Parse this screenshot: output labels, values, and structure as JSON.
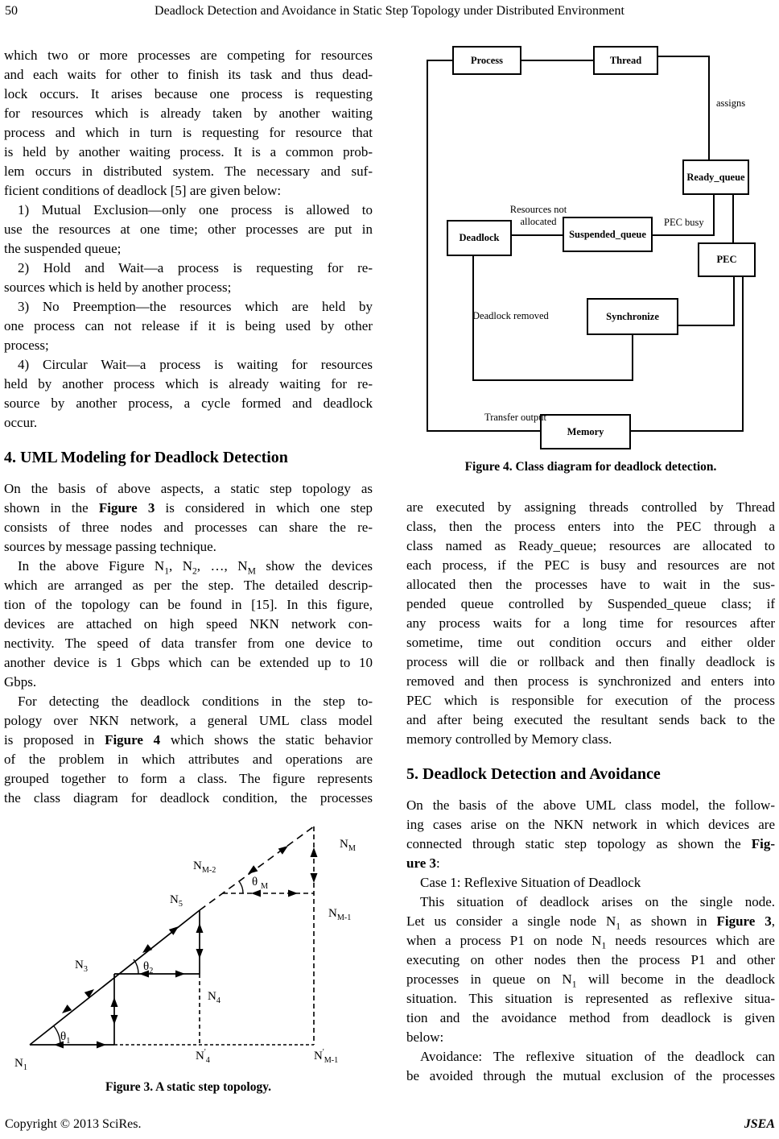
{
  "header": {
    "page_number": "50",
    "title": "Deadlock Detection and Avoidance in Static Step Topology under Distributed Environment"
  },
  "footer": {
    "copyright": "Copyright © 2013 SciRes.",
    "journal": "JSEA"
  },
  "left_column": {
    "blocks": [
      {
        "lines": [
          "which two or more processes are competing for resources",
          "and each waits for other to finish its task and thus dead-",
          "lock occurs. It arises because one process is requesting",
          "for resources which is already taken by another waiting",
          "process and which in turn is requesting for resource that",
          "is held by another waiting process. It is a common prob-",
          "lem occurs in distributed system. The necessary and suf-",
          "ficient conditions of deadlock [5] are given below:"
        ]
      },
      {
        "indent": true,
        "lines": [
          "1) Mutual Exclusion—only one process is allowed to",
          "use the resources at one time; other processes are put in",
          "the suspended queue;"
        ]
      },
      {
        "indent": true,
        "lines": [
          "2) Hold and Wait—a process is requesting for re-",
          "sources which is held by another process;"
        ]
      },
      {
        "indent": true,
        "lines": [
          "3) No Preemption—the resources which are held by",
          "one process can not release if it is being used by other",
          "process;"
        ]
      },
      {
        "indent": true,
        "lines": [
          "4) Circular Wait—a process is waiting for resources",
          "held by another process which is already waiting for re-",
          "source by another process, a cycle formed and deadlock",
          "occur."
        ]
      },
      {
        "h": "4. UML Modeling for Deadlock Detection"
      },
      {
        "lines": [
          "On the basis of above aspects, a static step topology as",
          "shown in the *Figure 3* is considered in which one step",
          "consists of three nodes and processes can share the re-",
          "sources by message passing technique."
        ]
      },
      {
        "indent": true,
        "lines": [
          "In the above Figure N~1~, N~2~, …, N~M~ show the devices",
          "which are arranged as per the step. The detailed descrip-",
          "tion of the topology can be found in [15]. In this figure,",
          "devices are attached on high speed NKN network con-",
          "nectivity. The speed of data transfer from one device to",
          "another device is 1 Gbps which can be extended up to 10",
          "Gbps."
        ]
      },
      {
        "indent": true,
        "flush_last": true,
        "lines": [
          "For detecting the deadlock conditions in the step to-",
          "pology over NKN network, a general UML class model",
          "is proposed in *Figure 4* which shows the static behavior",
          "of the problem in which attributes and operations are",
          "grouped together to form a class. The figure represents",
          "the class diagram for deadlock condition, the processes"
        ]
      }
    ]
  },
  "right_column": {
    "blocks": [
      {
        "lines": [
          "are executed by assigning threads controlled by Thread",
          "class, then the process enters into the PEC through a",
          "class named as Ready_queue; resources are allocated to",
          "each process, if the PEC is busy and resources are not",
          "allocated then the processes have to wait in the sus-",
          "pended queue controlled by Suspended_queue class; if",
          "any process waits for a long time for resources after",
          "sometime, time out condition occurs and either older",
          "process will die or rollback and then finally deadlock is",
          "removed and then process is synchronized and enters into",
          "PEC which is responsible for execution of the process",
          "and after being executed the resultant sends back to the",
          "memory controlled by Memory class."
        ]
      },
      {
        "h": "5. Deadlock Detection and Avoidance"
      },
      {
        "lines": [
          "On the basis of the above UML class model, the follow-",
          "ing cases arise on the NKN network in which devices are",
          "connected through static step topology as shown the *Fig-*",
          "*ure 3*:"
        ]
      },
      {
        "indent": true,
        "lines": [
          "Case 1: Reflexive Situation of Deadlock"
        ]
      },
      {
        "indent": true,
        "lines": [
          "This situation of deadlock arises on the single node.",
          "Let us consider a single node N~1~ as shown in *Figure 3*,",
          "when a process P1 on node N~1~ needs resources which are",
          "executing on other nodes then the process P1 and other",
          "processes in queue on N~1~ will become in the deadlock",
          "situation. This situation is represented as reflexive situa-",
          "tion and the avoidance method from deadlock is given",
          "below:"
        ]
      },
      {
        "indent": true,
        "flush_last": true,
        "lines": [
          "Avoidance: The reflexive situation of the deadlock can",
          "be avoided through the mutual exclusion of the processes"
        ]
      }
    ]
  },
  "figure4": {
    "caption": "Figure 4. Class diagram for deadlock detection.",
    "classes": {
      "process": "Process",
      "thread": "Thread",
      "ready_queue": "Ready_queue",
      "deadlock": "Deadlock",
      "suspended_queue": "Suspended_queue",
      "pec": "PEC",
      "synchronize": "Synchronize",
      "memory": "Memory"
    },
    "edge_labels": {
      "assigns": "assigns",
      "resources_not_allocated": "Resources not allocated",
      "pec_busy": "PEC busy",
      "deadlock_removed": "Deadlock removed",
      "transfer_output": "Transfer output"
    }
  },
  "figure3": {
    "caption": "Figure 3. A static step topology.",
    "labels": {
      "n1": "N~1~",
      "n3": "N~3~",
      "n4": "N~4~",
      "n5": "N~5~",
      "nm": "N~M~",
      "nm1": "N~M-1~",
      "nm2": "N~M-2~",
      "n4_prime": "N^'^~4~",
      "nm1_prime": "N^'^~M-1~",
      "theta1": "θ~1~",
      "theta2": "θ~2~",
      "thetaM": "θ ~M~"
    }
  }
}
